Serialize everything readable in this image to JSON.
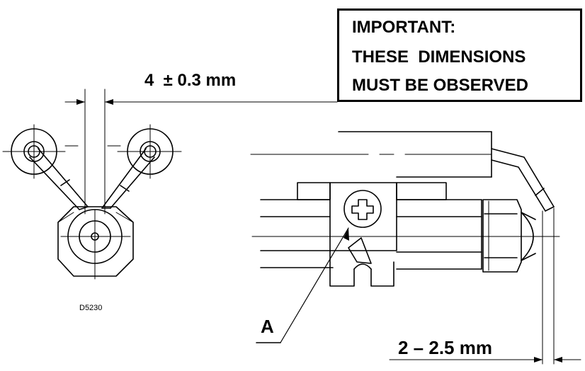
{
  "note": {
    "line1": "IMPORTANT:",
    "line2": "THESE  DIMENSIONS",
    "line3": "MUST BE OBSERVED"
  },
  "dimensions": {
    "electrode_gap": "4  ± 0.3 mm",
    "tip_distance": "2 – 2.5 mm"
  },
  "drawing_code": "D5230",
  "callout_label": "A",
  "colors": {
    "ink": "#000000",
    "background": "#ffffff"
  }
}
